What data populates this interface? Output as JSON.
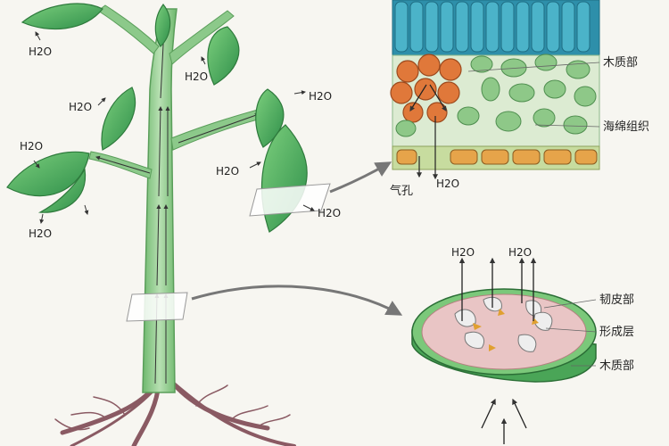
{
  "labels": {
    "water": "H₂O",
    "water_plain": "H2O",
    "leaf_xylem": "木质部",
    "spongy_tissue": "海绵组织",
    "stoma": "气孔",
    "phloem": "韧皮部",
    "cambium": "形成层",
    "stem_xylem": "木质部"
  },
  "colors": {
    "stem_green": "#8cc98a",
    "leaf_green": "#4faf61",
    "root_brown": "#8a5a63",
    "epidermis_blue": "#4bb3c9",
    "xylem_orange": "#e0783a",
    "spongy_green": "#8ec888",
    "phloem_white": "#eeeeee",
    "cross_section_pink": "#e9c5c5"
  }
}
